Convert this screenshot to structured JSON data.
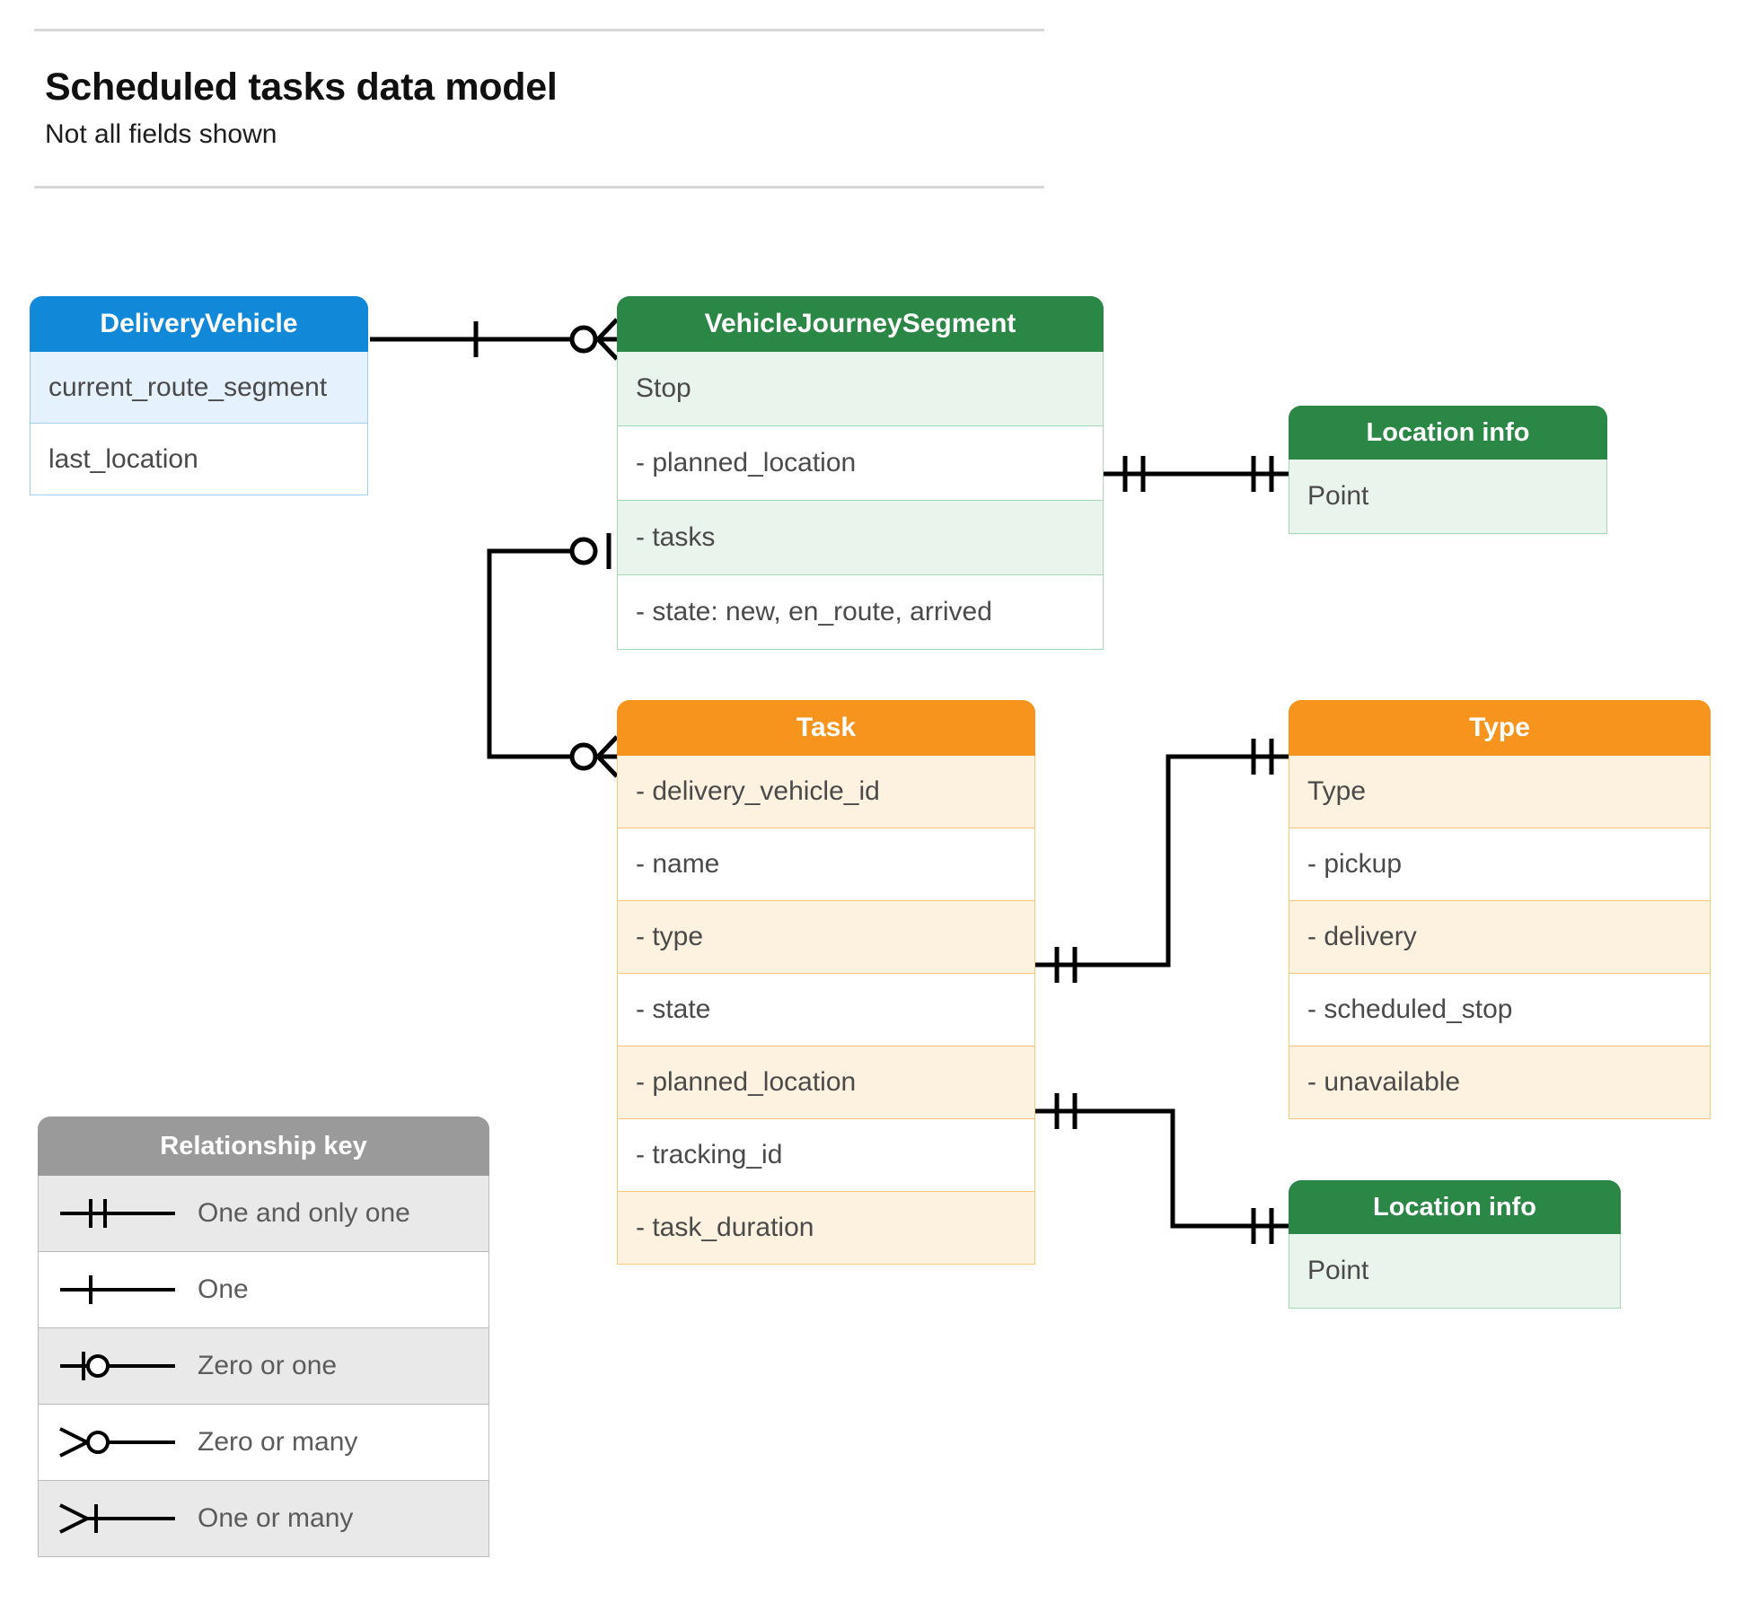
{
  "header": {
    "title": "Scheduled tasks data model",
    "subtitle": "Not all fields shown"
  },
  "entities": {
    "delivery_vehicle": {
      "title": "DeliveryVehicle",
      "color": "#1288d8",
      "rows": [
        "current_route_segment",
        "last_location"
      ]
    },
    "vehicle_journey_segment": {
      "title": "VehicleJourneySegment",
      "color": "#2a8745",
      "rows": [
        "Stop",
        "-  planned_location",
        "- tasks",
        "- state: new, en_route, arrived"
      ]
    },
    "location_info_top": {
      "title": "Location info",
      "color": "#2a8745",
      "rows": [
        "Point"
      ]
    },
    "task": {
      "title": "Task",
      "color": "#f7941d",
      "rows": [
        "- delivery_vehicle_id",
        "- name",
        "- type",
        "- state",
        "- planned_location",
        "- tracking_id",
        "- task_duration"
      ]
    },
    "type": {
      "title": "Type",
      "color": "#f7941d",
      "rows": [
        "Type",
        "-  pickup",
        "-  delivery",
        "-  scheduled_stop",
        "-  unavailable"
      ]
    },
    "location_info_bottom": {
      "title": "Location info",
      "color": "#2a8745",
      "rows": [
        "Point"
      ]
    }
  },
  "legend": {
    "title": "Relationship key",
    "color": "#9a9a9a",
    "items": [
      {
        "label": "One and only one",
        "symbol": "one-and-only-one"
      },
      {
        "label": "One",
        "symbol": "one"
      },
      {
        "label": "Zero or one",
        "symbol": "zero-or-one"
      },
      {
        "label": "Zero or many",
        "symbol": "zero-or-many"
      },
      {
        "label": "One or many",
        "symbol": "one-or-many"
      }
    ]
  },
  "relationships": [
    {
      "from": "DeliveryVehicle",
      "to": "VehicleJourneySegment",
      "from_cardinality": "One",
      "to_cardinality": "Zero or many"
    },
    {
      "from": "VehicleJourneySegment.planned_location",
      "to": "Location info",
      "from_cardinality": "One and only one",
      "to_cardinality": "One and only one"
    },
    {
      "from": "VehicleJourneySegment.tasks",
      "to": "Task",
      "from_cardinality": "Zero or one",
      "to_cardinality": "Zero or many"
    },
    {
      "from": "Task.type",
      "to": "Type",
      "from_cardinality": "One and only one",
      "to_cardinality": "One and only one"
    },
    {
      "from": "Task.planned_location",
      "to": "Location info",
      "from_cardinality": "One and only one",
      "to_cardinality": "One and only one"
    }
  ],
  "colors": {
    "line": "#000000",
    "rule": "#d8d8d8",
    "text_dark": "#101010",
    "text_row": "#4a4a4a"
  }
}
